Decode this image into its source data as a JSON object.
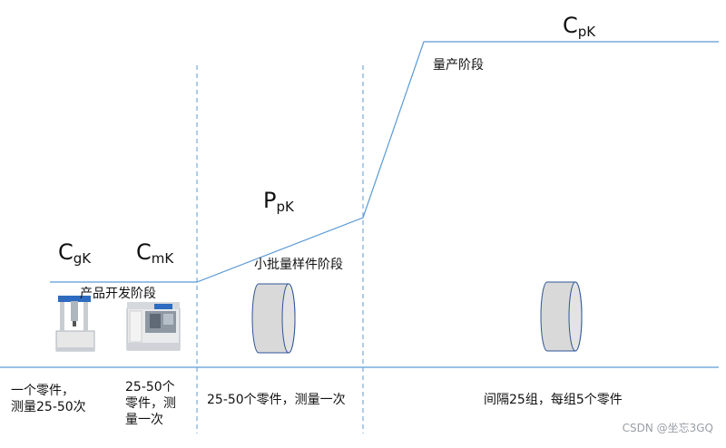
{
  "indices": {
    "cgk": {
      "main": "C",
      "sub": "gK"
    },
    "cmk": {
      "main": "C",
      "sub": "mK"
    },
    "ppk": {
      "main": "P",
      "sub": "pK"
    },
    "cpk": {
      "main": "C",
      "sub": "pK"
    }
  },
  "stages": {
    "development": "产品开发阶段",
    "small_batch": "小批量样件阶段",
    "mass_production": "量产阶段"
  },
  "bottom_texts": {
    "cgk": [
      "一个零件，",
      "测量25-50次"
    ],
    "cmk": [
      "25-50个",
      "零件，测",
      "量一次"
    ],
    "ppk": "25-50个零件，测量一次",
    "cpk": "间隔25组，每组5个零件"
  },
  "watermark": "CSDN @坐忘3GQ",
  "colors": {
    "line": "#5b9bd5",
    "cylinder_fill": "#d9d9d9",
    "cylinder_stroke": "#2f5597"
  }
}
